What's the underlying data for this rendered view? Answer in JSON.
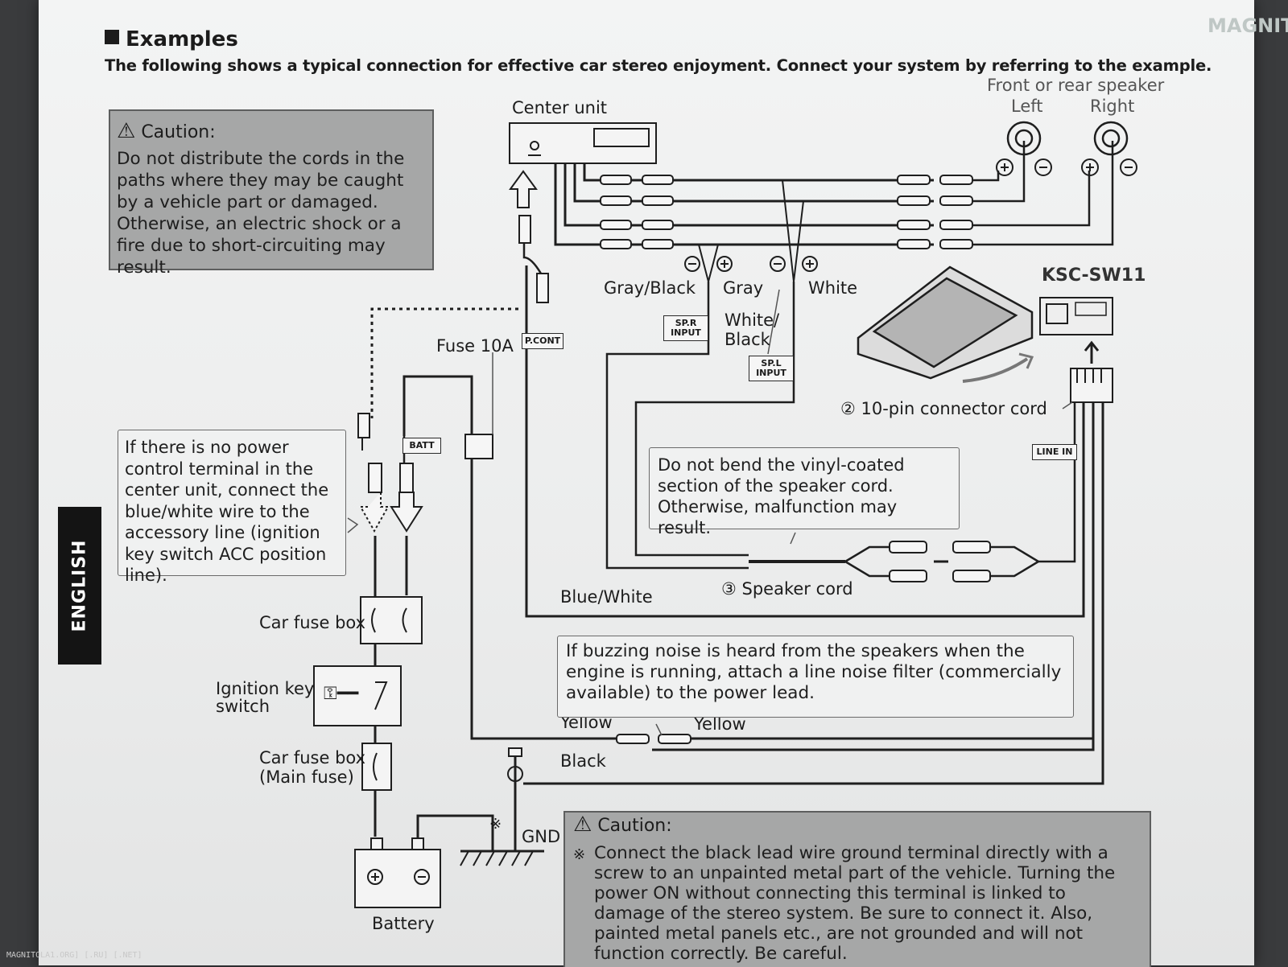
{
  "header": {
    "section_title": "Examples",
    "intro": "The following shows a typical connection for effective car stereo enjoyment. Connect your system by referring to the example."
  },
  "caution_top": {
    "title": "Caution:",
    "text": "Do not distribute the cords in the paths where they may be caught by a vehicle part or damaged. Otherwise, an electric shock or a fire due to short-circuiting may result."
  },
  "center_unit": {
    "label": "Center unit"
  },
  "speakers": {
    "title": "Front or rear speaker",
    "left": "Left",
    "right": "Right"
  },
  "wire_labels": {
    "gray_black": "Gray/Black",
    "gray": "Gray",
    "white": "White",
    "white_black_1": "White/",
    "white_black_2": "Black",
    "blue_white": "Blue/White",
    "yellow_left": "Yellow",
    "yellow_right": "Yellow",
    "black": "Black",
    "gnd": "GND",
    "fuse": "Fuse 10A"
  },
  "tags": {
    "sp_r": "SP.R INPUT",
    "sp_l": "SP.L INPUT",
    "p_cont": "P.CONT",
    "batt": "BATT",
    "line_in": "LINE IN"
  },
  "subwoofer": {
    "model": "KSC-SW11"
  },
  "connector_cord": "② 10-pin connector cord",
  "speaker_cord": "③ Speaker cord",
  "note_bend": "Do not bend the vinyl-coated section of the speaker cord. Otherwise, malfunction may result.",
  "note_power": "If there is no power control terminal in the center unit, connect the blue/white wire to the accessory line (ignition key switch ACC position line).",
  "note_noise": "If buzzing noise is heard from the speakers when the engine is running, attach a line noise filter (commercially available) to the power lead.",
  "parts": {
    "car_fuse_box": "Car fuse box",
    "ignition_1": "Ignition key",
    "ignition_2": "switch",
    "main_fuse_1": "Car fuse box",
    "main_fuse_2": "(Main fuse)",
    "battery": "Battery"
  },
  "caution_bottom": {
    "title": "Caution:",
    "mark": "※",
    "text": "Connect the black lead wire ground terminal directly with a screw to an unpainted metal part of the vehicle. Turning the power ON without connecting this terminal is linked to damage of the stereo system. Be sure to connect it. Also, painted metal panels etc., are not grounded and will not function correctly. Be careful."
  },
  "side_tab": "ENGLISH",
  "watermark": "MAGNITOLA",
  "footer": "MAGNITOLA1.ORG] [.RU] [.NET]"
}
